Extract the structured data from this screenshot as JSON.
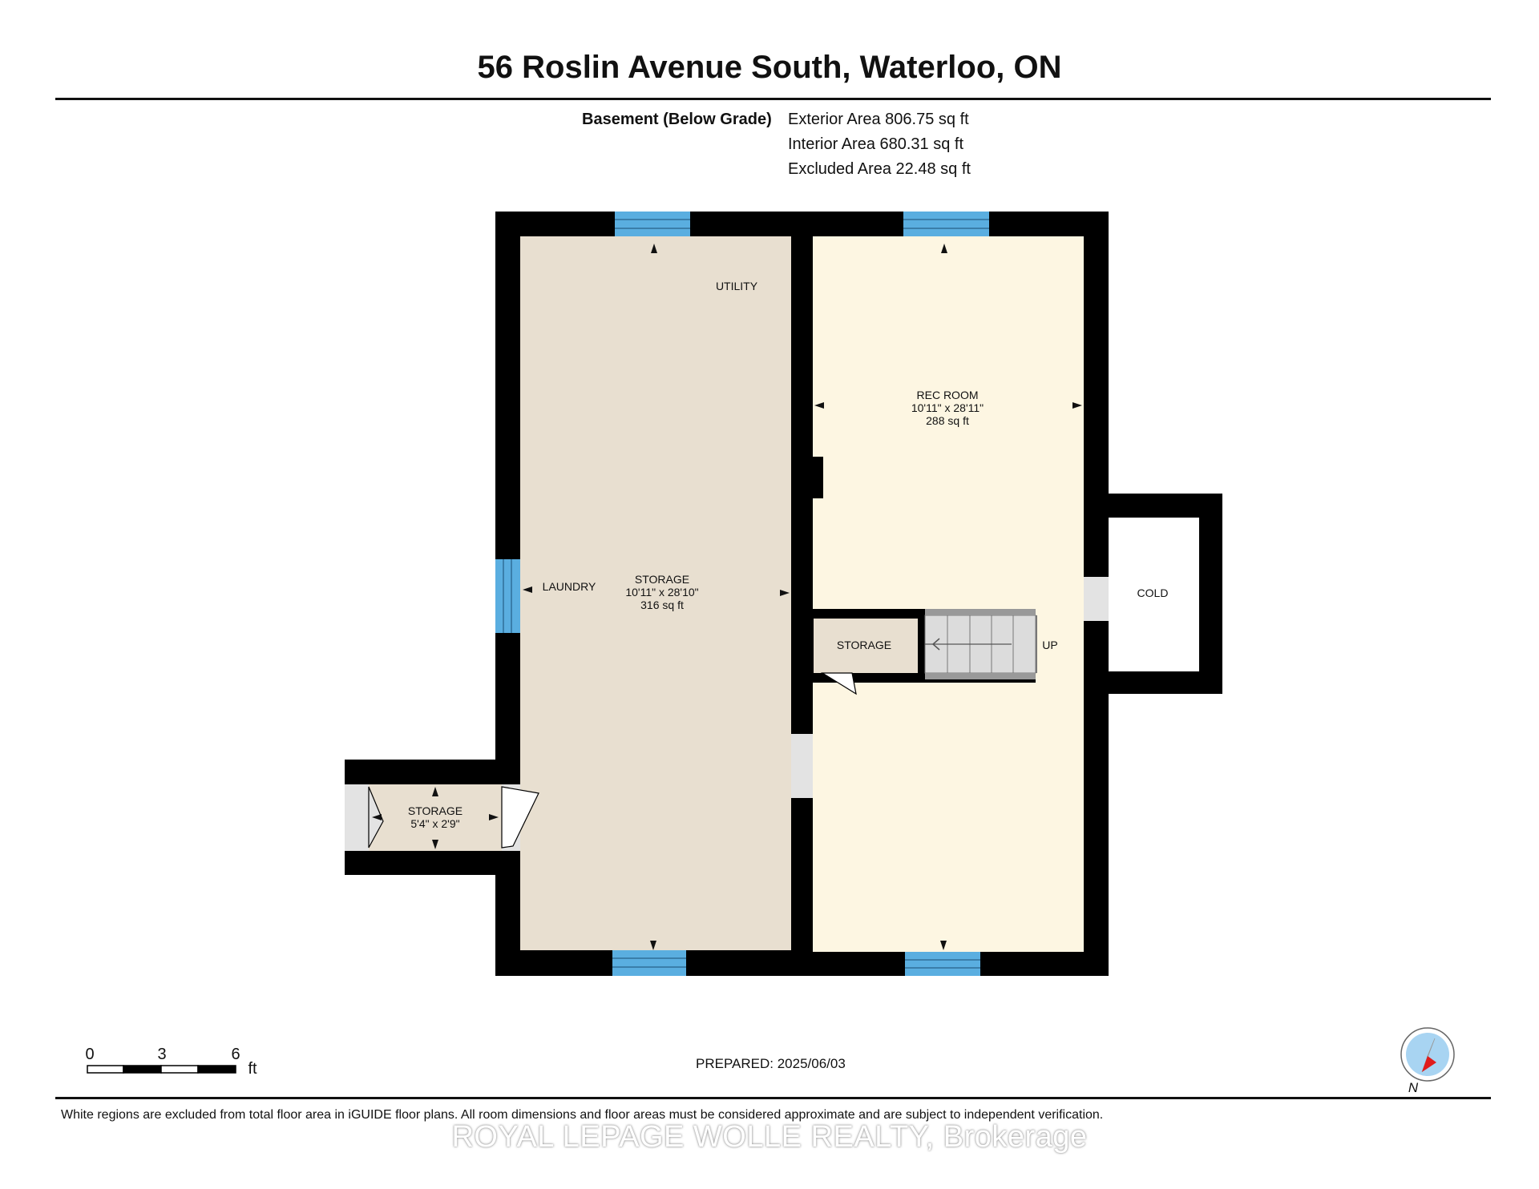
{
  "title": "56 Roslin Avenue South, Waterloo, ON",
  "floor": {
    "label": "Basement (Below Grade)",
    "exterior_area": "Exterior Area 806.75 sq ft",
    "interior_area": "Interior Area 680.31 sq ft",
    "excluded_area": "Excluded Area 22.48 sq ft"
  },
  "rooms": {
    "utility": "UTILITY",
    "laundry": "LAUNDRY",
    "storage_main": {
      "name": "STORAGE",
      "dims": "10'11\" x 28'10\"",
      "area": "316 sq ft"
    },
    "rec_room": {
      "name": "REC ROOM",
      "dims": "10'11\" x 28'11\"",
      "area": "288 sq ft"
    },
    "cold": "COLD",
    "storage_closet": "STORAGE",
    "stairs": "UP",
    "storage_small": {
      "name": "STORAGE",
      "dims": "5'4\" x 2'9\""
    }
  },
  "scale": {
    "ticks": [
      "0",
      "3",
      "6"
    ],
    "unit": "ft"
  },
  "prepared": "PREPARED: 2025/06/03",
  "compass_label": "N",
  "footer_note": "White regions are excluded from total floor area in iGUIDE floor plans. All room dimensions and floor areas must be considered approximate and are subject to independent verification.",
  "watermark": "ROYAL LEPAGE WOLLE REALTY, Brokerage",
  "colors": {
    "wall": "#000000",
    "storage_fill": "#e8dfd0",
    "rec_fill": "#fdf6e2",
    "window": "#5aaee0",
    "excluded": "#e3e3e3",
    "stairs": "#dcdcdc",
    "compass_red": "#e01b1b",
    "compass_blue": "#a8d4f2"
  }
}
